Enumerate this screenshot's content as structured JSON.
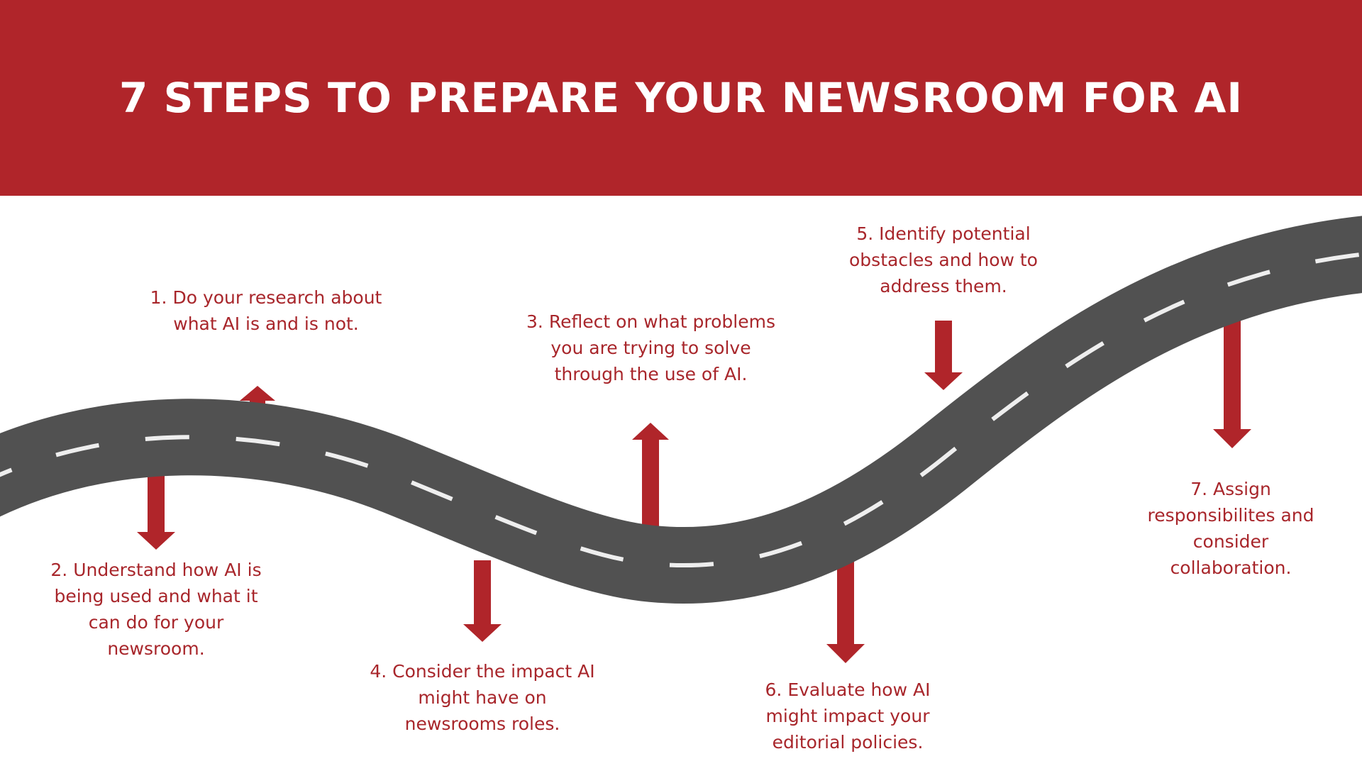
{
  "title": "7 STEPS TO PREPARE YOUR NEWSROOM FOR AI",
  "colors": {
    "banner": "#b0252a",
    "text": "#a8262b",
    "arrow": "#b0252a",
    "road": "#515151",
    "road_dashes": "#eeeeee",
    "background": "#ffffff"
  },
  "steps": [
    {
      "number": 1,
      "text": "1. Do your research about what AI is and is not.",
      "arrow": "up"
    },
    {
      "number": 2,
      "text": "2. Understand how AI is being used and what it can do for your newsroom.",
      "arrow": "down"
    },
    {
      "number": 3,
      "text": "3. Reflect on what problems you are trying to solve through the use of AI.",
      "arrow": "up"
    },
    {
      "number": 4,
      "text": "4. Consider the impact AI might have on newsrooms roles.",
      "arrow": "down"
    },
    {
      "number": 5,
      "text": "5. Identify potential obstacles and how to address them.",
      "arrow": "down"
    },
    {
      "number": 6,
      "text": "6. Evaluate how AI might impact your editorial policies.",
      "arrow": "down"
    },
    {
      "number": 7,
      "text": "7. Assign responsibilites and consider collaboration.",
      "arrow": "down"
    }
  ]
}
